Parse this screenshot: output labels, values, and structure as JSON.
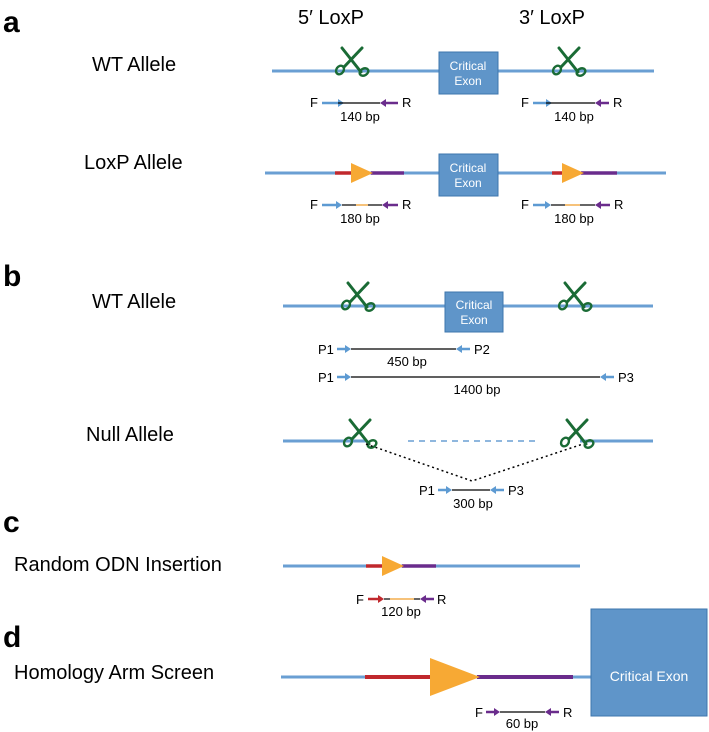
{
  "headers": {
    "five_prime": "5′ LoxP",
    "three_prime": "3′ LoxP"
  },
  "panels": {
    "a": {
      "letter": "a",
      "wt_label": "WT Allele",
      "loxp_label": "LoxP Allele",
      "exon_line1": "Critical",
      "exon_line2": "Exon",
      "f": "F",
      "r": "R",
      "wt_size": "140 bp",
      "loxp_size": "180 bp"
    },
    "b": {
      "letter": "b",
      "wt_label": "WT Allele",
      "null_label": "Null Allele",
      "exon_line1": "Critical",
      "exon_line2": "Exon",
      "p1": "P1",
      "p2": "P2",
      "p3": "P3",
      "size_p1p2": "450 bp",
      "size_p1p3": "1400 bp",
      "size_null": "300 bp"
    },
    "c": {
      "letter": "c",
      "label": "Random ODN Insertion",
      "f": "F",
      "r": "R",
      "size": "120 bp"
    },
    "d": {
      "letter": "d",
      "label": "Homology Arm Screen",
      "exon": "Critical Exon",
      "f": "F",
      "r": "R",
      "size": "60 bp"
    }
  },
  "colors": {
    "dna": "#6a9fd3",
    "exon": "#5f95c9",
    "exon_border": "#3e76ad",
    "homology_left": "#c0282d",
    "homology_right": "#6a2c8c",
    "loxp": "#f7a934",
    "primer_f": "#5d9ad2",
    "primer_r": "#6a2c8c",
    "insert": "#f6c27a",
    "scissors": "#1a6b35"
  },
  "icons": [
    "scissors-icon",
    "loxp-triangle-icon",
    "primer-arrow-icon"
  ]
}
